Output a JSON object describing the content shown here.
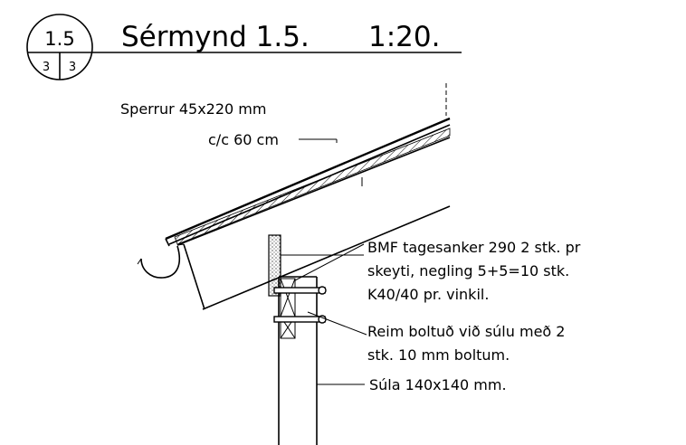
{
  "title": {
    "detail_number": "1.5",
    "sheet_left": "3",
    "sheet_right": "3",
    "heading": "Sérmynd 1.5.",
    "scale": "1:20."
  },
  "notes": {
    "rafters_line1": "Sperrur 45x220 mm",
    "rafters_line2": "c/c 60 cm",
    "anchor_line1": "BMF tagesanker 290 2 stk. pr",
    "anchor_line2": "skeyti, negling 5+5=10 stk.",
    "anchor_line3": "K40/40 pr. vinkil.",
    "strap_line1": "Reim boltuð við súlu með 2",
    "strap_line2": "stk. 10 mm boltum.",
    "column": "Súla 140x140 mm."
  }
}
